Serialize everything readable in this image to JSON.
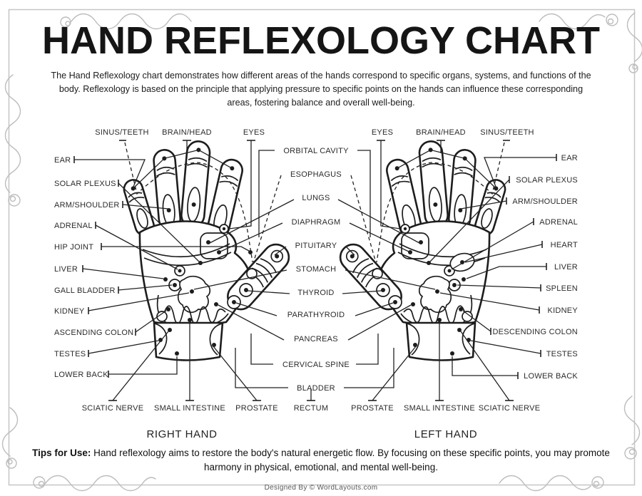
{
  "page": {
    "title": "HAND REFLEXOLOGY CHART",
    "intro": "The Hand Reflexology chart demonstrates how different areas of the hands correspond to specific organs, systems, and functions of the body. Reflexology is based on the principle that applying pressure to specific points on the hands can influence these corresponding areas, fostering balance and overall well-being.",
    "right_hand_caption": "RIGHT HAND",
    "left_hand_caption": "LEFT HAND",
    "tips_label": "Tips for Use:",
    "tips_text": " Hand reflexology aims to restore the body's natural energetic flow. By focusing on these specific points, you may promote harmony in physical, emotional, and mental well-being.",
    "footer": "Designed By © WordLayouts.com"
  },
  "labels": {
    "top": [
      "SINUS/TEETH",
      "BRAIN/HEAD",
      "EYES",
      "EYES",
      "BRAIN/HEAD",
      "SINUS/TEETH"
    ],
    "left": [
      "EAR",
      "SOLAR PLEXUS",
      "ARM/SHOULDER",
      "ADRENAL",
      "HIP JOINT",
      "LIVER",
      "GALL BLADDER",
      "KIDNEY",
      "ASCENDING COLON",
      "TESTES",
      "LOWER BACK"
    ],
    "center": [
      "ORBITAL CAVITY",
      "ESOPHAGUS",
      "LUNGS",
      "DIAPHRAGM",
      "PITUITARY",
      "STOMACH",
      "THYROID",
      "PARATHYROID",
      "PANCREAS",
      "CERVICAL SPINE",
      "BLADDER"
    ],
    "right": [
      "EAR",
      "SOLAR PLEXUS",
      "ARM/SHOULDER",
      "ADRENAL",
      "HEART",
      "LIVER",
      "SPLEEN",
      "KIDNEY",
      "DESCENDING COLON",
      "TESTES",
      "LOWER BACK"
    ],
    "bottom": [
      "SCIATIC NERVE",
      "SMALL INTESTINE",
      "PROSTATE",
      "RECTUM",
      "PROSTATE",
      "SMALL INTESTINE",
      "SCIATIC NERVE"
    ]
  },
  "colors": {
    "ink": "#1d1d1d",
    "label_text": "#2b2b2b",
    "frame": "#c6c6c6",
    "flourish": "#bdbdbd",
    "footer_text": "#5a5a5a"
  }
}
